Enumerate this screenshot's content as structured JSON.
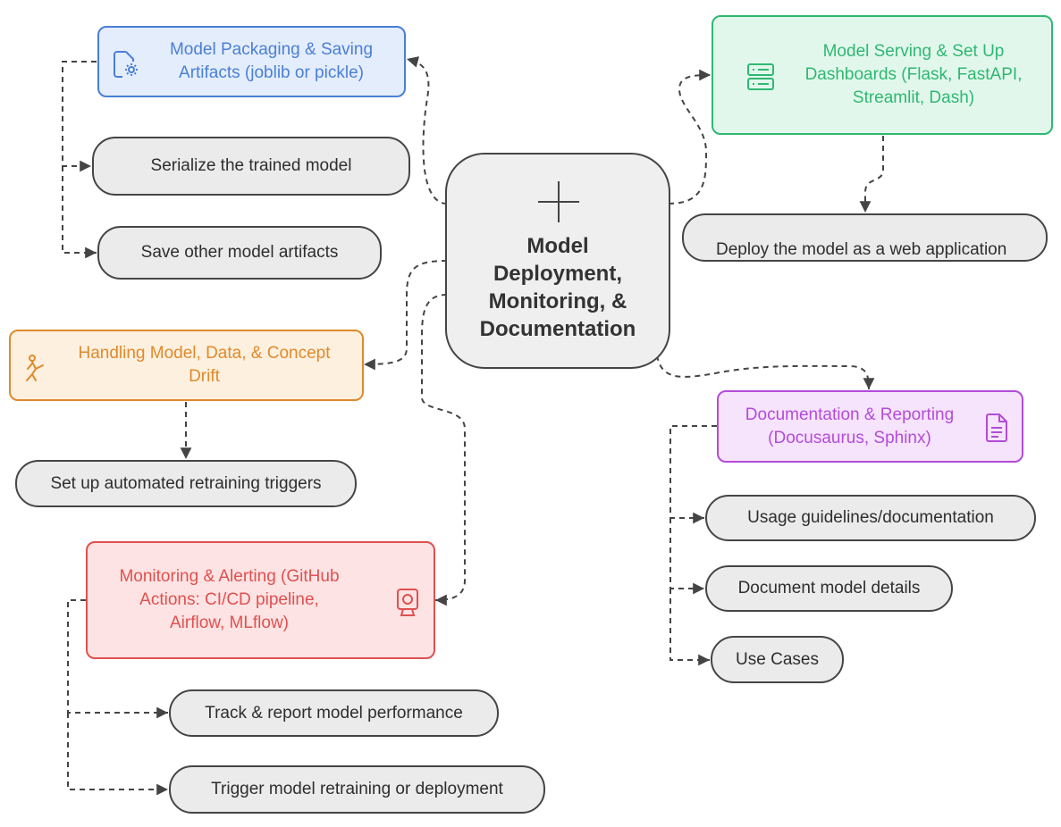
{
  "center": {
    "title": "Model\nDeployment,\nMonitoring, &\nDocumentation",
    "icon": "plus-icon"
  },
  "categories": {
    "packaging": {
      "label": "Model Packaging & Saving\nArtifacts (joblib or pickle)",
      "color": "#4a7fd6",
      "icon": "document-gear-icon"
    },
    "serving": {
      "label": "Model Serving & Set Up\nDashboards (Flask, FastAPI,\nStreamlit, Dash)",
      "color": "#2fb872",
      "icon": "server-icon"
    },
    "drift": {
      "label": "Handling Model, Data, & Concept\nDrift",
      "color": "#e08a2c",
      "icon": "person-stretch-icon"
    },
    "docs": {
      "label": "Documentation & Reporting\n(Docusaurus, Sphinx)",
      "color": "#b34cd8",
      "icon": "file-text-icon"
    },
    "monitoring": {
      "label": "Monitoring & Alerting (GitHub\nActions: CI/CD pipeline,\nAirflow, MLflow)",
      "color": "#e05050",
      "icon": "webcam-icon"
    }
  },
  "leaves": {
    "serialize": "Serialize the trained model",
    "save_artifacts": "Save other model artifacts",
    "deploy_web": "Deploy the model as a web application",
    "retraining_triggers": "Set up automated retraining triggers",
    "usage_guidelines": "Usage guidelines/documentation",
    "document_details": "Document model details",
    "use_cases": "Use Cases",
    "track_report": "Track & report model performance",
    "trigger_retraining": "Trigger model retraining or deployment"
  }
}
